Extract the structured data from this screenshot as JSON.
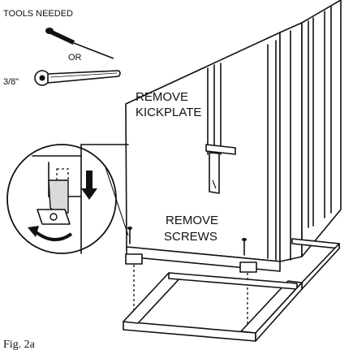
{
  "labels": {
    "tools_needed": "TOOLS NEEDED",
    "or": "OR",
    "wrench_size": "3/8\"",
    "remove_kickplate_line1": "REMOVE",
    "remove_kickplate_line2": "KICKPLATE",
    "remove_screws_line1": "REMOVE",
    "remove_screws_line2": "SCREWS",
    "figure_caption": "Fig. 2a"
  }
}
